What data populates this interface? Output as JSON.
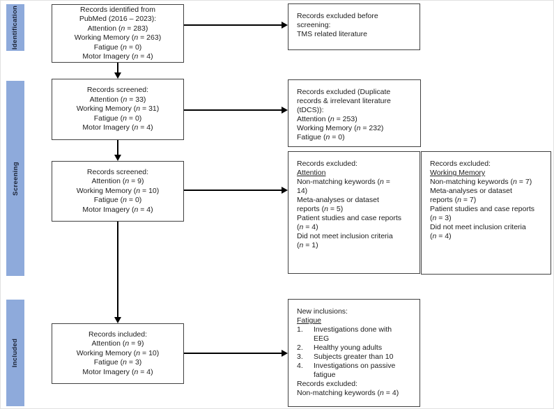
{
  "diagram_title": "PRISMA-style literature screening flow diagram",
  "colors": {
    "sidebar_fill": "#8eaadb",
    "box_border": "#404040",
    "arrow": "#000000",
    "background": "#ffffff"
  },
  "sidebar": {
    "sections": [
      {
        "label": "Identification"
      },
      {
        "label": "Screening"
      },
      {
        "label": "Included"
      }
    ]
  },
  "boxes": [
    {
      "name": "records-identified",
      "lines": [
        {
          "t": "Records identified from"
        },
        {
          "t": "PubMed (2016 – 2023):"
        },
        {
          "t": "Attention (n = 283)"
        },
        {
          "t": "Working Memory (n = 263)"
        },
        {
          "t": "Fatigue (n = 0)"
        },
        {
          "t": "Motor Imagery (n = 4)"
        }
      ]
    },
    {
      "name": "records-screened-stage1",
      "lines": [
        {
          "t": "Records screened:"
        },
        {
          "t": "Attention (n = 33)"
        },
        {
          "t": "Working Memory (n = 31)"
        },
        {
          "t": "Fatigue (n = 0)"
        },
        {
          "t": "Motor Imagery (n = 4)"
        }
      ]
    },
    {
      "name": "records-screened-stage2",
      "lines": [
        {
          "t": "Records screened:"
        },
        {
          "t": "Attention (n = 9)"
        },
        {
          "t": "Working Memory (n = 10)"
        },
        {
          "t": "Fatigue (n = 0)"
        },
        {
          "t": "Motor Imagery (n = 4)"
        }
      ]
    },
    {
      "name": "records-included",
      "lines": [
        {
          "t": "Records included:"
        },
        {
          "t": "Attention (n = 9)"
        },
        {
          "t": "Working Memory (n = 10)"
        },
        {
          "t": "Fatigue (n = 3)"
        },
        {
          "t": "Motor Imagery (n = 4)"
        }
      ]
    },
    {
      "name": "excluded-before-screening",
      "lines": [
        {
          "t": "Records excluded before"
        },
        {
          "t": "screening:"
        },
        {
          "t": "TMS related literature"
        }
      ]
    },
    {
      "name": "excluded-duplicates-irrelevant",
      "lines": [
        {
          "t": "Records excluded (Duplicate"
        },
        {
          "t": "records & irrelevant literature"
        },
        {
          "t": "(tDCS)):"
        },
        {
          "t": "Attention (n = 253)"
        },
        {
          "t": "Working Memory (n = 232)"
        },
        {
          "t": "Fatigue (n = 0)"
        }
      ]
    },
    {
      "name": "excluded-attention",
      "lines": [
        {
          "t": "Records excluded:"
        },
        {
          "t": "Attention",
          "u": true
        },
        {
          "t": "Non-matching keywords (n ="
        },
        {
          "t": "14)"
        },
        {
          "t": "Meta-analyses or dataset"
        },
        {
          "t": "reports (n = 5)"
        },
        {
          "t": "Patient studies and case reports"
        },
        {
          "t": "(n = 4)"
        },
        {
          "t": "Did not meet inclusion criteria"
        },
        {
          "t": "(n = 1)"
        }
      ]
    },
    {
      "name": "excluded-working-memory",
      "lines": [
        {
          "t": "Records excluded:"
        },
        {
          "t": "Working Memory",
          "u": true
        },
        {
          "t": "Non-matching keywords (n = 7)"
        },
        {
          "t": "Meta-analyses or dataset"
        },
        {
          "t": "reports (n = 7)"
        },
        {
          "t": "Patient studies and case reports"
        },
        {
          "t": "(n = 3)"
        },
        {
          "t": "Did not meet inclusion criteria"
        },
        {
          "t": "(n = 4)"
        }
      ]
    },
    {
      "name": "new-inclusions-fatigue",
      "lines": [
        {
          "t": "New inclusions:"
        },
        {
          "t": "Fatigue",
          "u": true
        },
        {
          "t": "Investigations done with",
          "num": "1."
        },
        {
          "t": "EEG",
          "indent": true
        },
        {
          "t": "Healthy young adults",
          "num": "2."
        },
        {
          "t": "Subjects greater than 10",
          "num": "3."
        },
        {
          "t": "Investigations on passive",
          "num": "4."
        },
        {
          "t": "fatigue",
          "indent": true
        },
        {
          "t": "Records excluded:"
        },
        {
          "t": "Non-matching keywords (n = 4)"
        }
      ]
    }
  ]
}
